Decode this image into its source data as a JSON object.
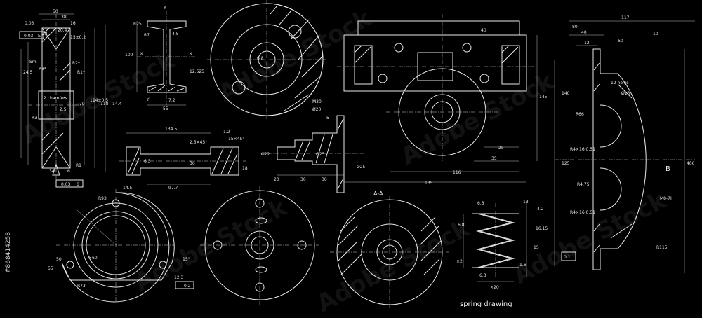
{
  "caption": "spring drawing",
  "stock_id": "#868414258",
  "watermark": "Adobe Stock",
  "section_label": "A-A",
  "pulley": {
    "dims": [
      "50",
      "38",
      "16",
      "20.4",
      "12",
      "15±0.2",
      "Sm",
      "R3*",
      "R2*",
      "R1*",
      "7",
      "2 chamfers",
      "R3",
      "R1",
      "2.5",
      "24.5",
      "70",
      "114±0.5",
      "118",
      "14.4",
      "0.03",
      "34",
      "6"
    ],
    "tol_left": "0.03",
    "tol_left_ref": "Б",
    "tol_bottom": "0.03",
    "tol_bottom_ref": "6"
  },
  "ibeam": {
    "dims": [
      "R25",
      "R7",
      "4.5",
      "100",
      "12.625",
      "7.2",
      "55",
      "Y",
      "x",
      "x",
      "Y"
    ]
  },
  "flange": {
    "dims": [
      "134.5",
      "2.5×45°",
      "1.2",
      "15×45°",
      "6.3",
      "36",
      "97.7",
      "18"
    ]
  },
  "shaft": {
    "dims": [
      "M30",
      "Ø20",
      "Ø25",
      "Ø22",
      "20",
      "30",
      "30",
      "Ø25",
      "5"
    ]
  },
  "assembly": {
    "dims": [
      "116",
      "135",
      "35",
      "25",
      "145",
      "40"
    ]
  },
  "cover": {
    "dims": [
      "117",
      "40",
      "12",
      "60",
      "80",
      "140",
      "125",
      "406",
      "R66",
      "R4×16.0.51",
      "R4.75",
      "R4×16.0.51",
      "R115",
      "12 holes",
      "Ø13",
      "10",
      "M8-7H",
      "0.1",
      "B"
    ]
  },
  "ring": {
    "dims": [
      "R93",
      "×60",
      "R73",
      "14.5",
      "55",
      "50",
      "15°",
      "12.3",
      "0.2"
    ]
  },
  "spring": {
    "dims": [
      "6.3",
      "13",
      "6.8",
      "16.15",
      "15",
      "×20",
      "6.3",
      "×2",
      "4.2",
      "1.6"
    ]
  }
}
